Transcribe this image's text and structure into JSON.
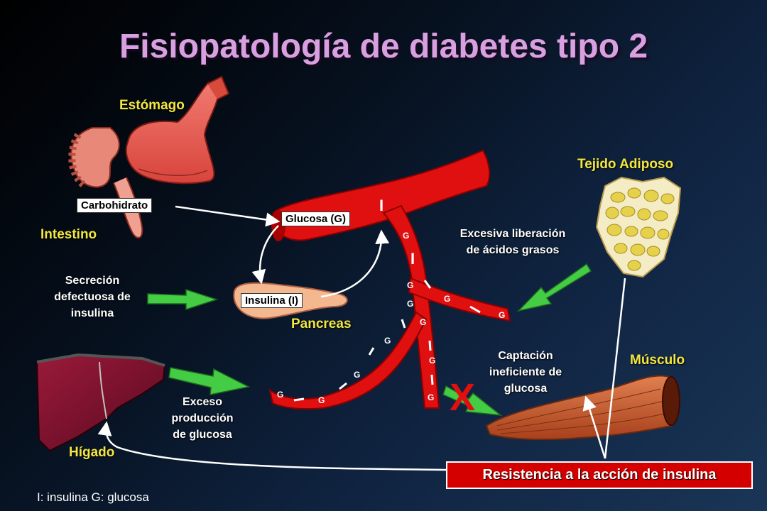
{
  "title": "Fisiopatología de diabetes tipo 2",
  "organs": {
    "stomach": "Estómago",
    "intestine": "Intestino",
    "pancreas": "Pancreas",
    "adipose": "Tejido Adiposo",
    "muscle": "Músculo",
    "liver": "Hígado"
  },
  "boxes": {
    "carbohydrate": "Carbohidrato",
    "glucose": "Glucosa (G)",
    "insulin": "Insulina (I)"
  },
  "notes": {
    "secretion": [
      "Secreción",
      "defectuosa de",
      "insulina"
    ],
    "fatty_acids": [
      "Excesiva liberación",
      "de ácidos grasos"
    ],
    "uptake": [
      "Captación",
      "ineficiente de",
      "glucosa"
    ],
    "production": [
      "Exceso",
      "producción",
      "de glucosa"
    ]
  },
  "resistance": "Resistencia a la acción de insulina",
  "legend": "I: insulina  G: glucosa",
  "vessel_marks": {
    "insulin": "I",
    "glucose": "G",
    "blocked": "X"
  },
  "colors": {
    "title": "#d8a0e0",
    "organ_label": "#f2e640",
    "vessel": "#e01010",
    "arrow": "#44cc44",
    "resistance_bg": "#d40000"
  }
}
